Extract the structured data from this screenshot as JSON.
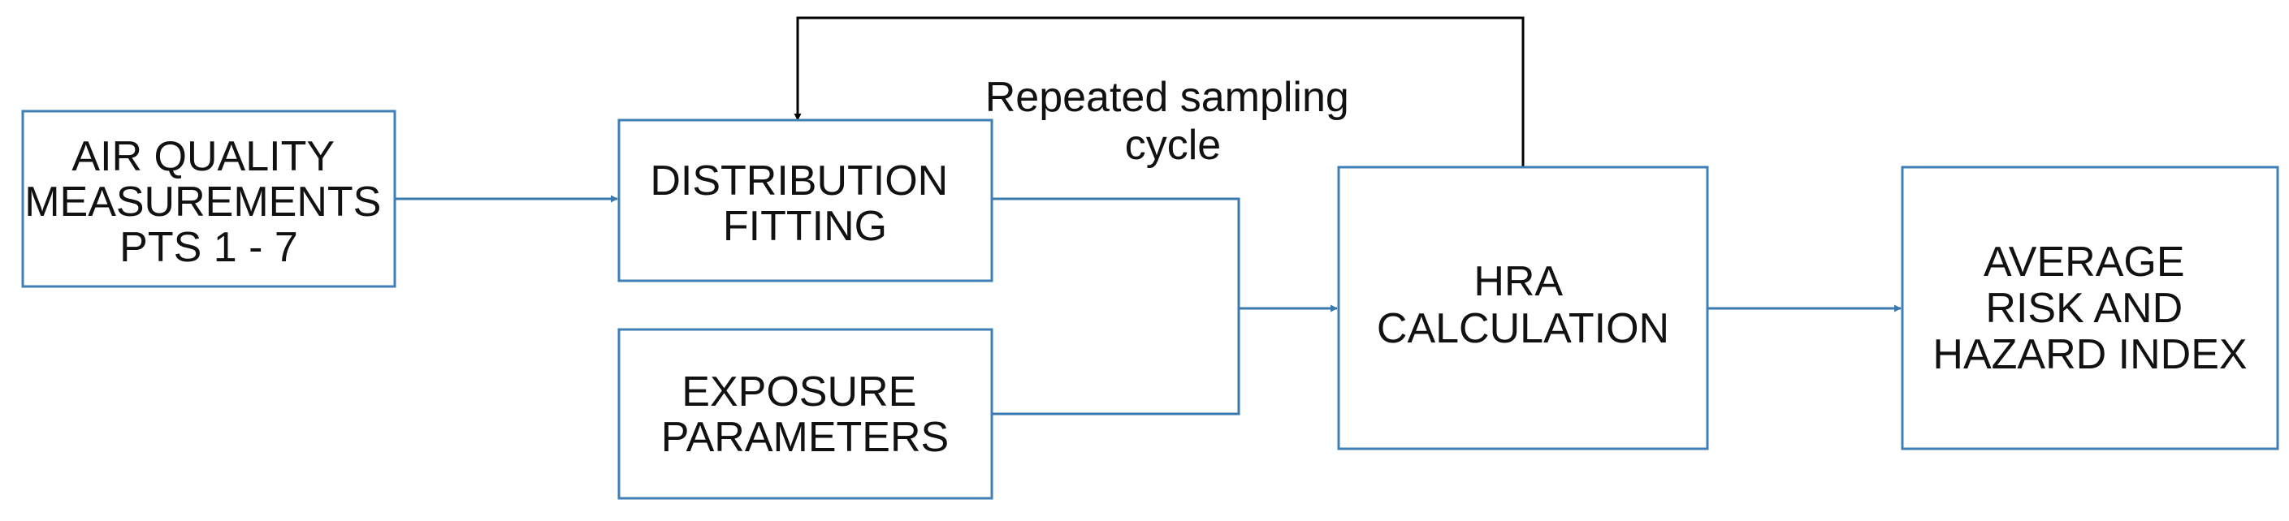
{
  "diagram": {
    "boxes": {
      "air_quality": {
        "lines": [
          "AIR QUALITY",
          "MEASUREMENTS",
          "PTS 1 - 7"
        ]
      },
      "distribution_fitting": {
        "lines": [
          "DISTRIBUTION",
          "FITTING"
        ]
      },
      "exposure_parameters": {
        "lines": [
          "EXPOSURE",
          "PARAMETERS"
        ]
      },
      "hra_calculation": {
        "lines": [
          "HRA",
          "CALCULATION"
        ]
      },
      "average_risk": {
        "lines": [
          "AVERAGE",
          "RISK AND",
          "HAZARD INDEX"
        ]
      }
    },
    "feedback_label": {
      "lines": [
        "Repeated sampling",
        "cycle"
      ]
    }
  }
}
